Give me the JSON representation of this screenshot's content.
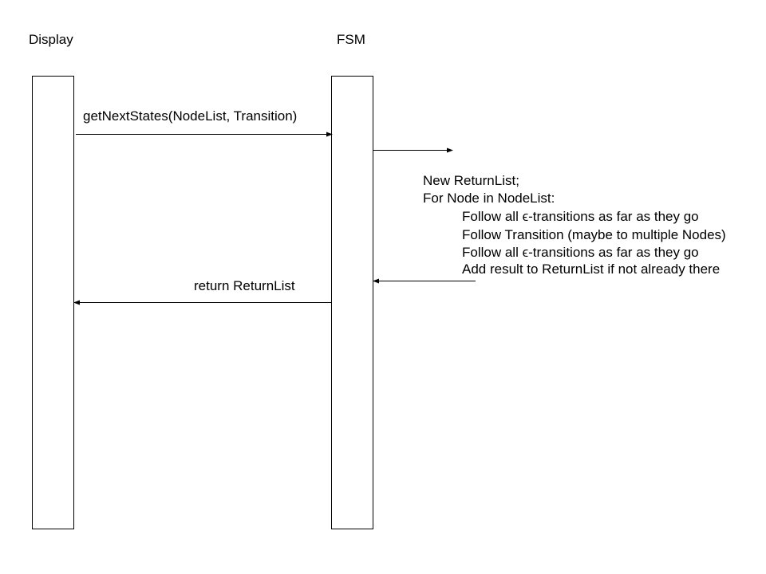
{
  "participants": {
    "display": "Display",
    "fsm": "FSM"
  },
  "messages": {
    "call": "getNextStates(NodeList, Transition)",
    "return": "return ReturnList"
  },
  "note": {
    "lines": [
      "New ReturnList;",
      "For Node in NodeList:",
      "Follow all ϵ-transitions as far as they go",
      "Follow Transition (maybe to multiple Nodes)",
      "Follow all ϵ-transitions as far as they go",
      "Add result to ReturnList if not already there"
    ]
  }
}
